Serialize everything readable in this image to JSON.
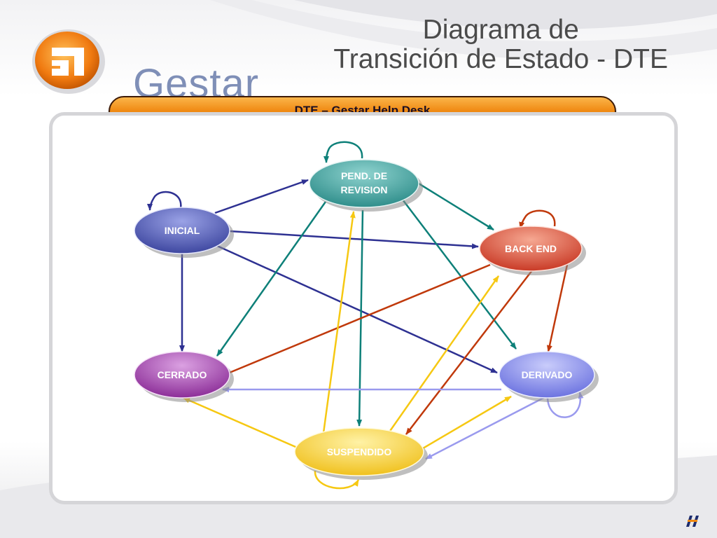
{
  "logo": {
    "text": "Gestar"
  },
  "title": {
    "line1": "Diagrama de",
    "line2": "Transición de Estado - DTE"
  },
  "banner": {
    "text": "DTE – Gestar Help Desk"
  },
  "states": {
    "pend": {
      "line1": "PEND. DE",
      "line2": "REVISION",
      "color": "#3a9c9a"
    },
    "inicial": {
      "label": "INICIAL",
      "color": "#4a53a8"
    },
    "backend": {
      "label": "BACK END",
      "color": "#d04a36"
    },
    "cerrado": {
      "label": "CERRADO",
      "color": "#9b3fa6"
    },
    "derivado": {
      "label": "DERIVADO",
      "color": "#7f86e8"
    },
    "suspendido": {
      "label": "SUSPENDIDO",
      "color": "#f3c928"
    }
  },
  "colors": {
    "inicial_edge": "#2e3192",
    "pend_edge": "#0e8079",
    "backend_edge": "#c0390b",
    "suspendido_edge": "#f6c812",
    "derivado_edge": "#9a9aee",
    "banner": "#f08a13"
  }
}
